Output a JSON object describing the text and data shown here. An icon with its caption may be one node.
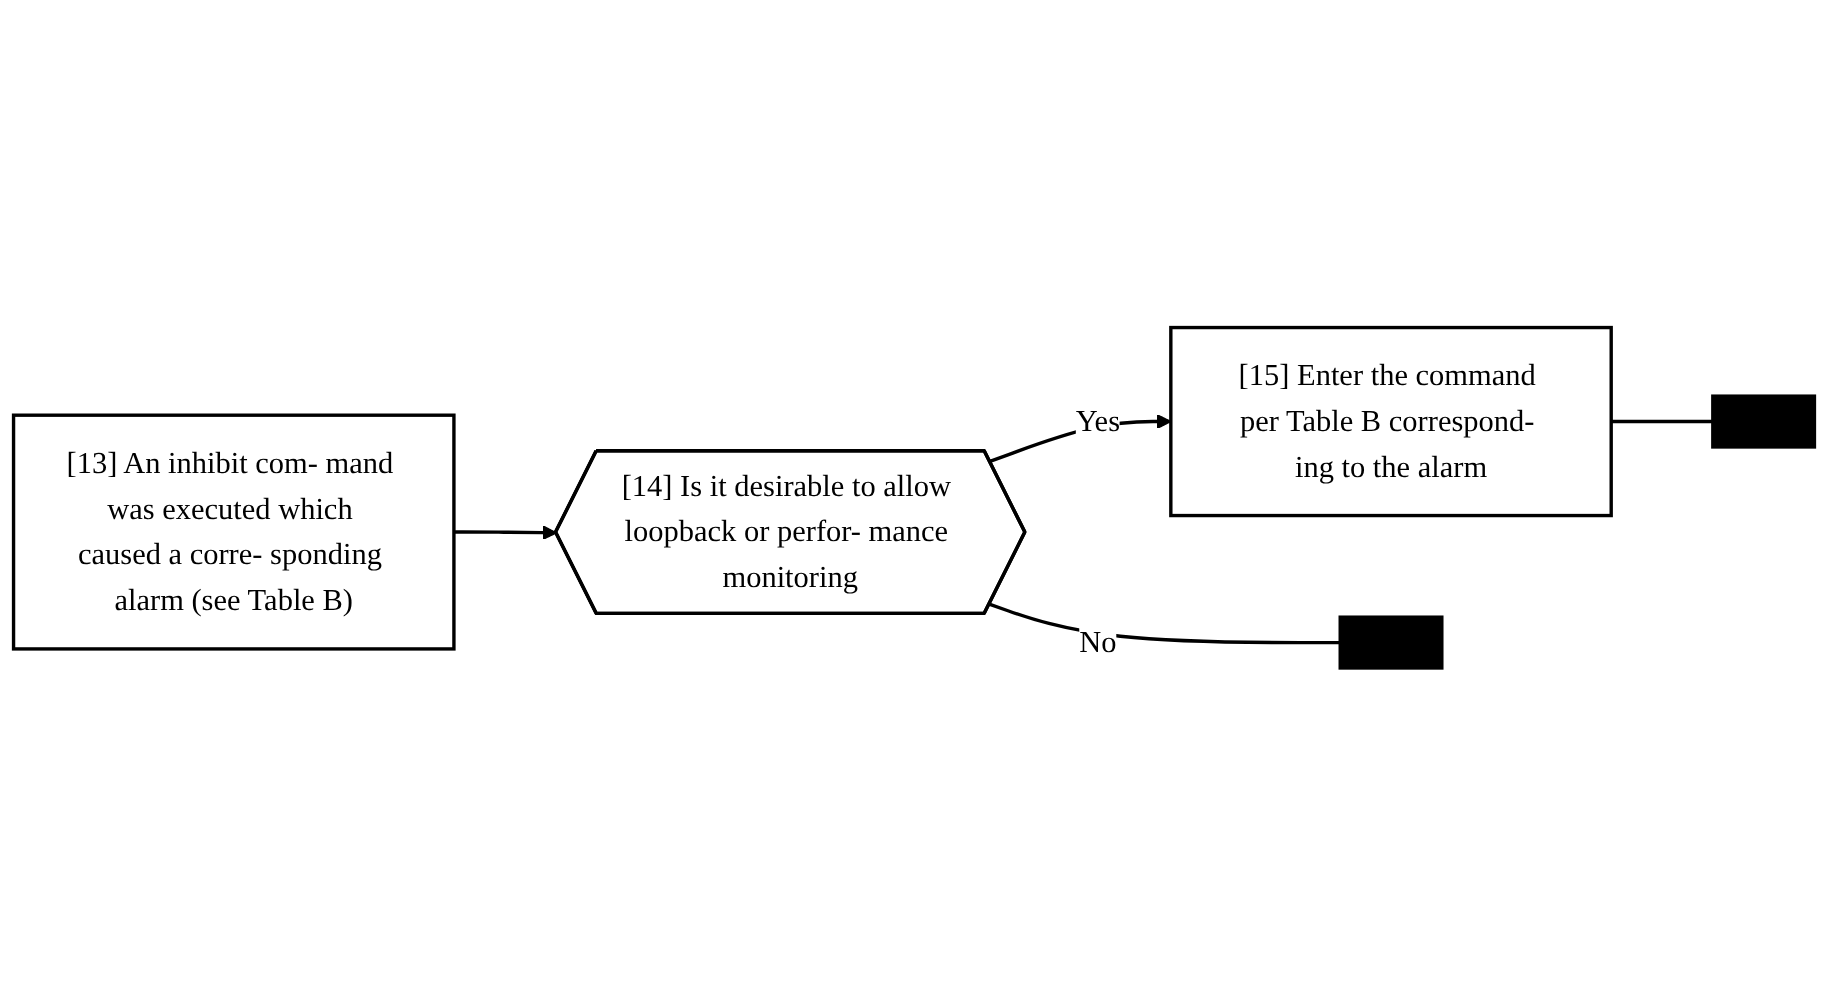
{
  "diagram": {
    "nodes": [
      {
        "text": [
          "[13] An inhibit com- mand was executed which caused a corre- sponding alarm (see Table B)"
        ]
      },
      {
        "text": [
          "[14] Is it desirable to allow loopback or perfor- mance monitoring"
        ]
      },
      {
        "text": [
          "[15] Enter the command per Table B correspond- ing to the alarm"
        ]
      },
      {
        "text": [],
        "shape": "bar"
      },
      {
        "text": [],
        "shape": "bar"
      }
    ],
    "edges": [
      {
        "from": 0,
        "to": 1,
        "arrow": "to"
      },
      {
        "from": 1,
        "to": 3,
        "arrow": "none",
        "label": "No"
      },
      {
        "from": 1,
        "to": 2,
        "arrow": "to",
        "label": "Yes"
      },
      {
        "from": 2,
        "to": 4,
        "arrow": "none"
      }
    ]
  }
}
